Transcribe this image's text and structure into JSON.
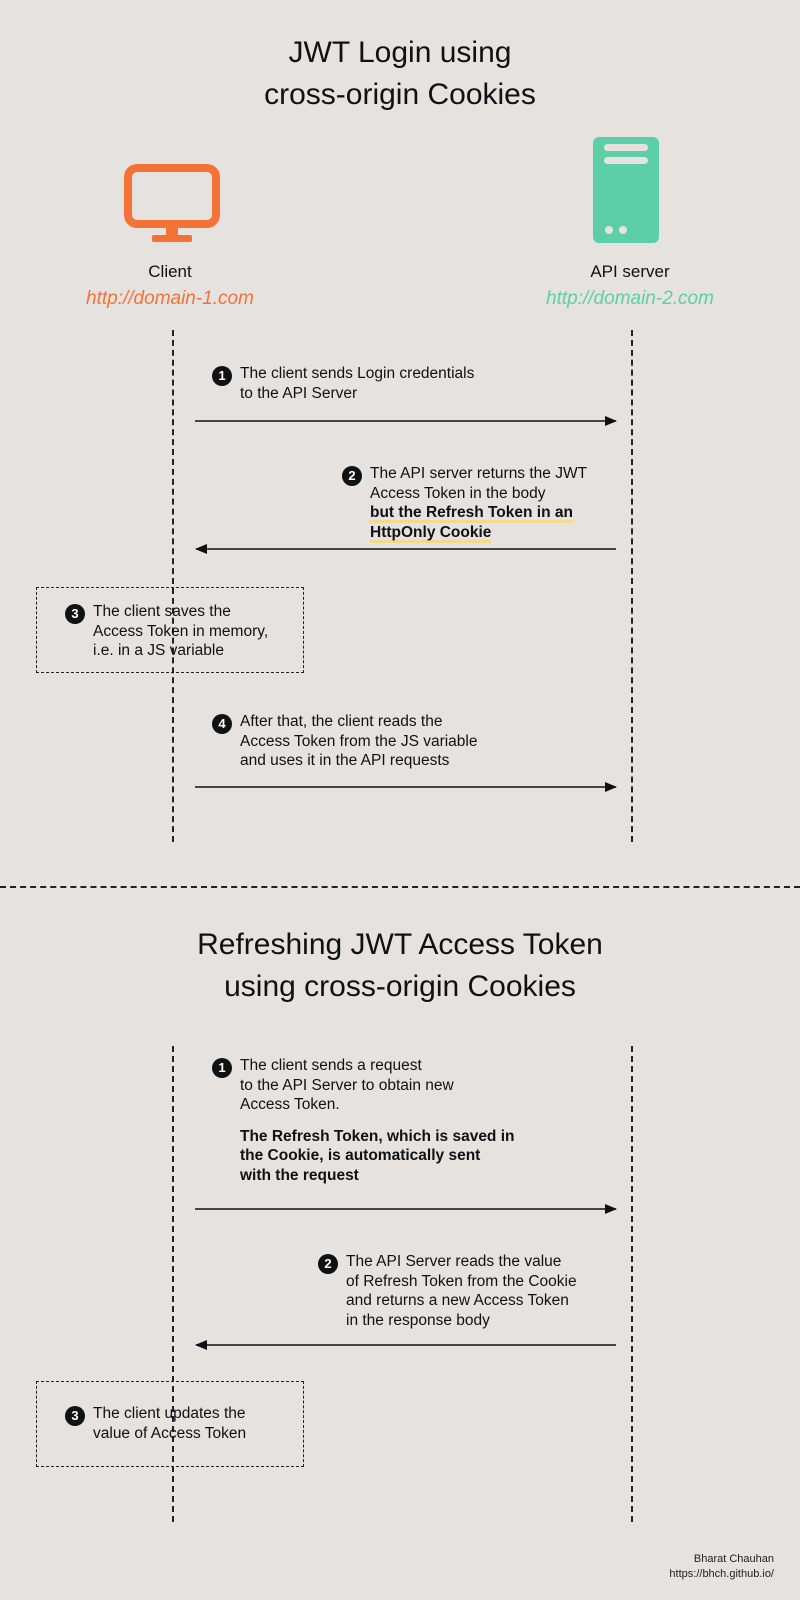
{
  "section1": {
    "title_line1": "JWT Login using",
    "title_line2": "cross-origin Cookies",
    "client": {
      "name": "Client",
      "url": "http://domain-1.com",
      "color": "#f37336"
    },
    "server": {
      "name": "API server",
      "url": "http://domain-2.com",
      "color": "#5ccfa9"
    },
    "steps": [
      {
        "number": "1",
        "lines": [
          "The client sends Login credentials",
          "to the API Server"
        ],
        "direction": "client-to-server"
      },
      {
        "number": "2",
        "lines": [
          "The API server returns the JWT",
          "Access Token in the body"
        ],
        "bold_lines": [
          "but the Refresh Token in an",
          "HttpOnly Cookie"
        ],
        "direction": "server-to-client"
      },
      {
        "number": "3",
        "lines": [
          "The client saves the",
          "Access Token in memory,",
          "i.e. in a JS variable"
        ],
        "direction": "note"
      },
      {
        "number": "4",
        "lines": [
          "After that, the client reads the",
          "Access Token from the JS variable",
          "and uses it in the API requests"
        ],
        "direction": "client-to-server"
      }
    ]
  },
  "section2": {
    "title_line1": "Refreshing JWT Access Token",
    "title_line2": "using cross-origin Cookies",
    "steps": [
      {
        "number": "1",
        "lines": [
          "The client sends a request",
          "to the API Server to obtain new",
          "Access Token."
        ],
        "bold_lines": [
          "The Refresh Token, which is saved in",
          "the Cookie, is automatically sent",
          "with the request"
        ],
        "direction": "client-to-server"
      },
      {
        "number": "2",
        "lines": [
          "The API Server reads the value",
          "of Refresh Token from the Cookie",
          "and returns a new Access Token",
          "in the response body"
        ],
        "direction": "server-to-client"
      },
      {
        "number": "3",
        "lines": [
          "The client updates the",
          "value of Access Token"
        ],
        "direction": "note"
      }
    ]
  },
  "credit": {
    "author": "Bharat Chauhan",
    "site": "https://bhch.github.io/"
  },
  "colors": {
    "background": "#e5e2df",
    "highlight": "#f5d98a",
    "ink": "#111111"
  }
}
